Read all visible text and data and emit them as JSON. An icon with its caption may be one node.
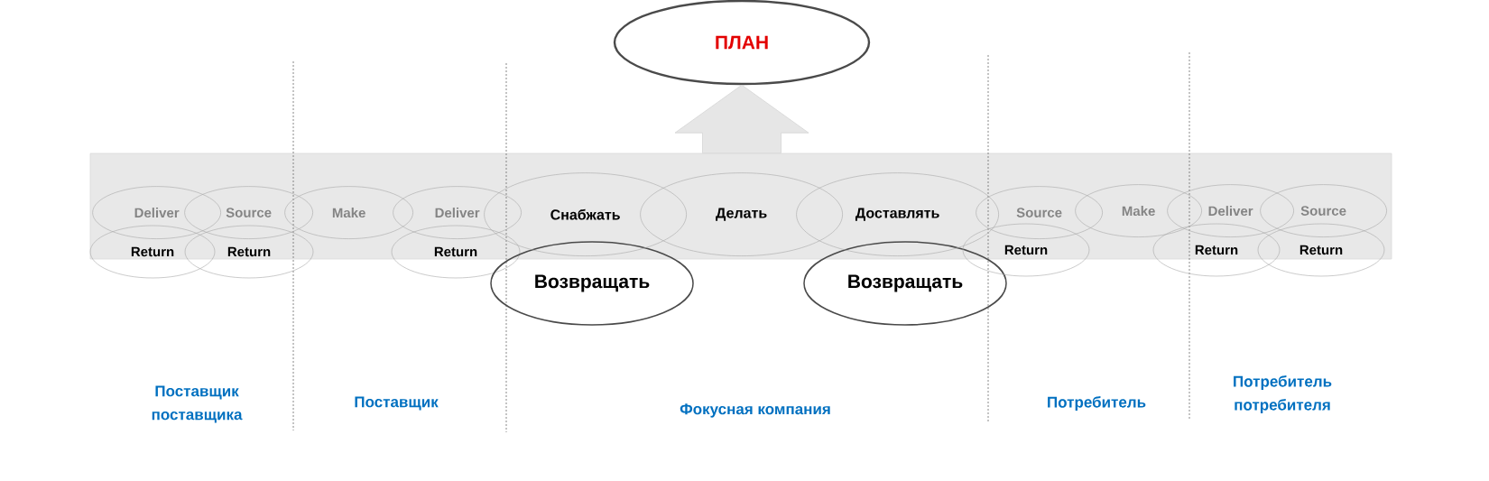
{
  "diagram": {
    "nodes": [
      {
        "text": [
          "ПЛАН"
        ]
      },
      {
        "text": [],
        "shape": "bar"
      },
      {
        "text": [
          "Deliver"
        ],
        "in": 1
      },
      {
        "text": [
          "Source"
        ],
        "in": 1
      },
      {
        "text": [
          "Make"
        ],
        "in": 1
      },
      {
        "text": [
          "Deliver"
        ],
        "in": 1
      },
      {
        "text": [
          "Снабжать"
        ],
        "in": 1
      },
      {
        "text": [
          "Делать"
        ],
        "in": 1
      },
      {
        "text": [
          "Доставлять"
        ],
        "in": 1
      },
      {
        "text": [
          "Source"
        ],
        "in": 1
      },
      {
        "text": [
          "Make"
        ],
        "in": 1
      },
      {
        "text": [
          "Deliver"
        ],
        "in": 1
      },
      {
        "text": [
          "Source"
        ],
        "in": 1
      },
      {
        "text": [
          "Return"
        ]
      },
      {
        "text": [
          "Return"
        ]
      },
      {
        "text": [
          "Return"
        ]
      },
      {
        "text": [
          "Возвращать"
        ]
      },
      {
        "text": [
          "Возвращать"
        ]
      },
      {
        "text": [
          "Return"
        ]
      },
      {
        "text": [
          "Return"
        ]
      },
      {
        "text": [
          "Return"
        ]
      }
    ],
    "edges": [
      {
        "from": 1,
        "to": 0,
        "arrow": "to"
      }
    ],
    "labels": [
      "Поставщик поставщика",
      "Поставщик",
      "Фокусная компания",
      "Потребитель",
      "Потребитель потребителя"
    ]
  }
}
